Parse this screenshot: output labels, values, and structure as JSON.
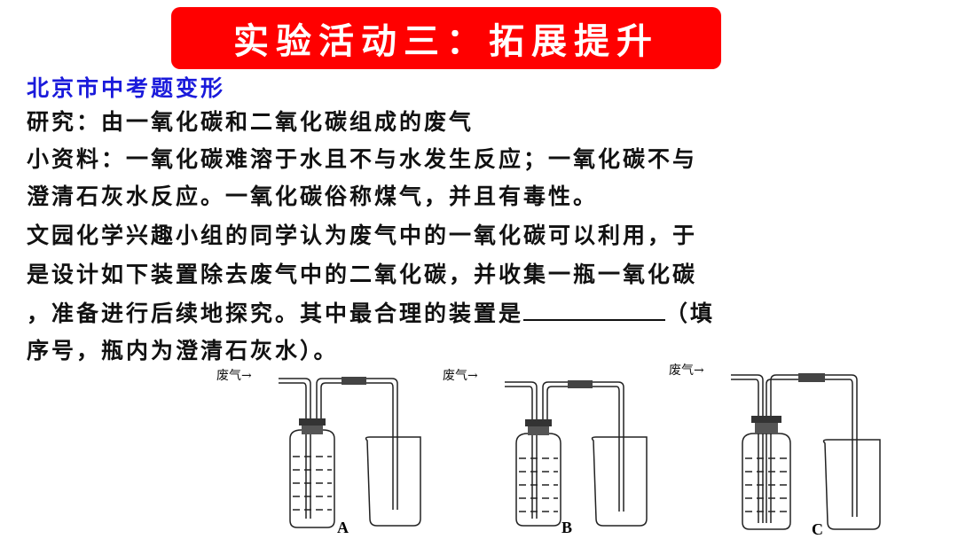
{
  "banner": {
    "title": "实验活动三：拓展提升",
    "color": "#ff0000"
  },
  "subtitle": {
    "text": "北京市中考题变形",
    "color": "#1a1adb"
  },
  "body": {
    "lines": [
      "研究：由一氧化碳和二氧化碳组成的废气",
      "小资料：一氧化碳难溶于水且不与水发生反应；一氧化碳不与",
      "澄清石灰水反应。一氧化碳俗称煤气，并且有毒性。",
      "文园化学兴趣小组的同学认为废气中的一氧化碳可以利用，于",
      "是设计如下装置除去废气中的二氧化碳，并收集一瓶一氧化碳",
      "，准备进行后续地探究。其中最合理的装置是",
      "（填",
      "序号，瓶内为澄清石灰水）。"
    ]
  },
  "apparatus": [
    {
      "label": "A",
      "gas_label": "废气→",
      "inlet": "long",
      "outlet": "short"
    },
    {
      "label": "B",
      "gas_label": "废气→",
      "inlet": "long",
      "outlet": "short"
    },
    {
      "label": "C",
      "gas_label": "废气→",
      "inlet": "long",
      "outlet": "long"
    }
  ]
}
